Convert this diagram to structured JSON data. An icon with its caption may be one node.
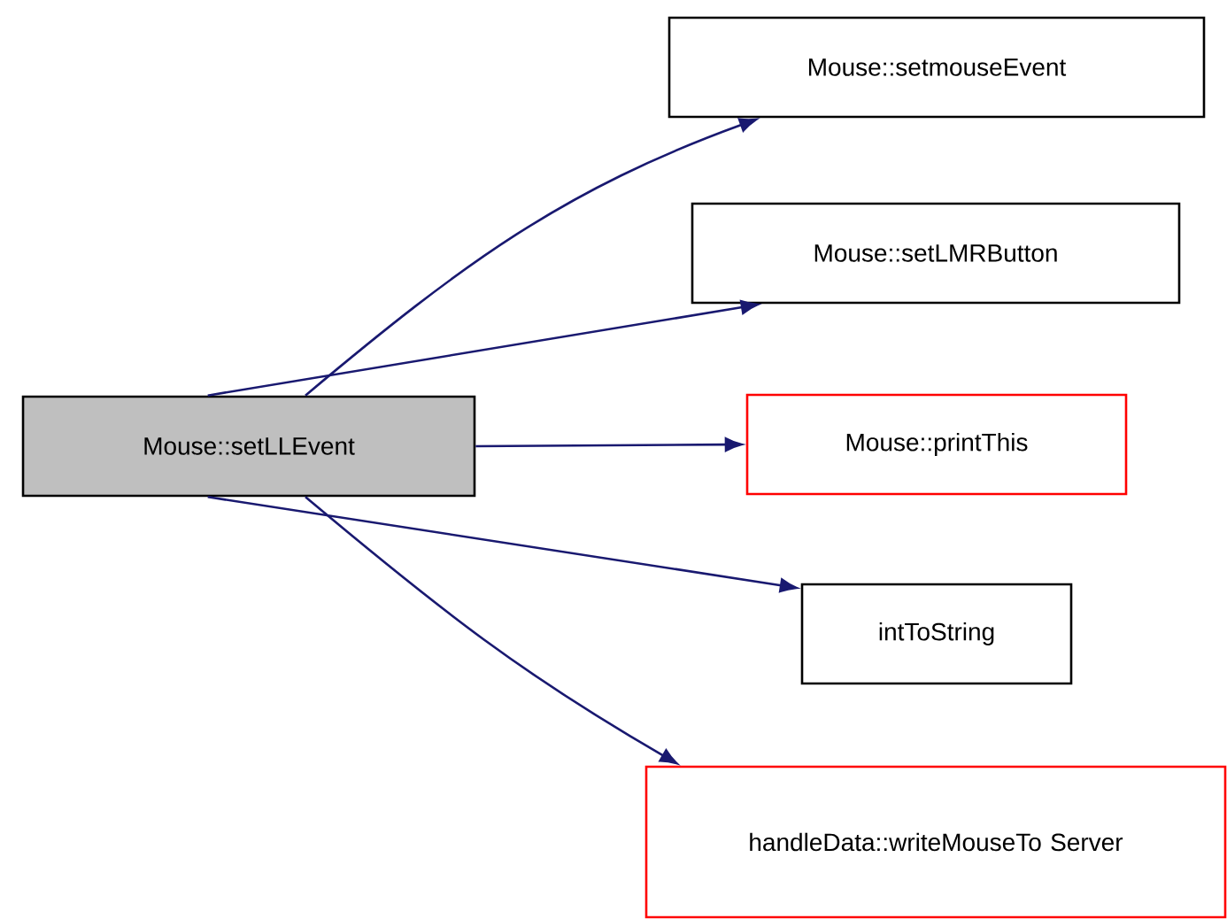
{
  "diagram": {
    "nodes": [
      {
        "text": [
          "Mouse::setLLEvent"
        ]
      },
      {
        "text": [
          "Mouse::setmouseEvent"
        ]
      },
      {
        "text": [
          "Mouse::setLMRButton"
        ]
      },
      {
        "text": [
          "Mouse::printThis"
        ]
      },
      {
        "text": [
          "intToString"
        ]
      },
      {
        "text": [
          "handleData::writeMouseTo Server"
        ]
      }
    ],
    "edges": [
      {
        "from": 0,
        "to": 1,
        "arrow": "to"
      },
      {
        "from": 0,
        "to": 2,
        "arrow": "to"
      },
      {
        "from": 0,
        "to": 3,
        "arrow": "to"
      },
      {
        "from": 0,
        "to": 4,
        "arrow": "to"
      },
      {
        "from": 0,
        "to": 5,
        "arrow": "to"
      }
    ]
  }
}
